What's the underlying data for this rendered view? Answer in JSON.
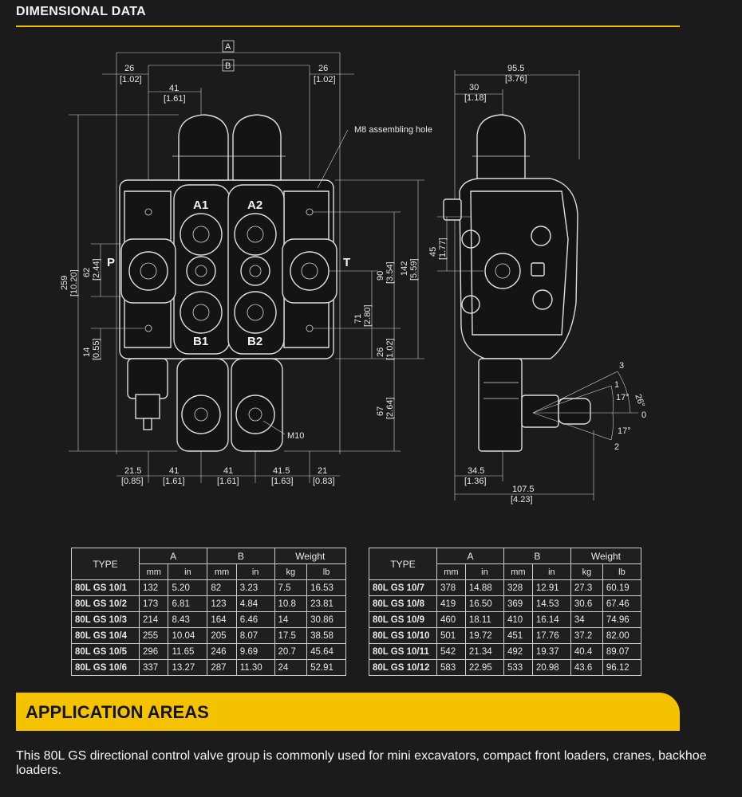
{
  "header": {
    "title": "DIMENSIONAL DATA"
  },
  "drawing": {
    "labels": {
      "A": "A",
      "B": "B",
      "d26l": "26",
      "d26l_in": "[1.02]",
      "d26r": "26",
      "d26r_in": "[1.02]",
      "d41": "41",
      "d41_in": "[1.61]",
      "m8": "M8 assembling hole",
      "A1": "A1",
      "A2": "A2",
      "B1": "B1",
      "B2": "B2",
      "P": "P",
      "T": "T",
      "d259": "259",
      "d259_in": "[10.20]",
      "d62": "62",
      "d62_in": "[2.44]",
      "d14": "14",
      "d14_in": "[0.55]",
      "d90": "90",
      "d90_in": "[3.54]",
      "d142": "142",
      "d142_in": "[5.59]",
      "d71": "71",
      "d71_in": "[2.80]",
      "d26v": "26",
      "d26v_in": "[1.02]",
      "d67": "67",
      "d67_in": "[2.64]",
      "m10": "M10",
      "b215": "21.5",
      "b215_in": "[0.85]",
      "b41a": "41",
      "b41a_in": "[1.61]",
      "b41b": "41",
      "b41b_in": "[1.61]",
      "b415": "41.5",
      "b415_in": "[1.63]",
      "b21": "21",
      "b21_in": "[0.83]",
      "s955": "95.5",
      "s955_in": "[3.76]",
      "s30": "30",
      "s30_in": "[1.18]",
      "s45": "45",
      "s45_in": "[1.77]",
      "s345": "34.5",
      "s345_in": "[1.36]",
      "s1075": "107.5",
      "s1075_in": "[4.23]",
      "p3": "3",
      "p1": "1",
      "p0": "0",
      "p2": "2",
      "a17a": "17°",
      "a26": "26°",
      "a17b": "17°"
    }
  },
  "table_left": {
    "headers": {
      "type": "TYPE",
      "a": "A",
      "b": "B",
      "weight": "Weight",
      "mm": "mm",
      "in": "in",
      "kg": "kg",
      "lb": "lb"
    },
    "rows": [
      [
        "80L GS 10/1",
        "132",
        "5.20",
        "82",
        "3.23",
        "7.5",
        "16.53"
      ],
      [
        "80L GS 10/2",
        "173",
        "6.81",
        "123",
        "4.84",
        "10.8",
        "23.81"
      ],
      [
        "80L GS 10/3",
        "214",
        "8.43",
        "164",
        "6.46",
        "14",
        "30.86"
      ],
      [
        "80L GS 10/4",
        "255",
        "10.04",
        "205",
        "8.07",
        "17.5",
        "38.58"
      ],
      [
        "80L GS 10/5",
        "296",
        "11.65",
        "246",
        "9.69",
        "20.7",
        "45.64"
      ],
      [
        "80L GS 10/6",
        "337",
        "13.27",
        "287",
        "11.30",
        "24",
        "52.91"
      ]
    ]
  },
  "table_right": {
    "headers": {
      "type": "TYPE",
      "a": "A",
      "b": "B",
      "weight": "Weight",
      "mm": "mm",
      "in": "in",
      "kg": "kg",
      "lb": "lb"
    },
    "rows": [
      [
        "80L GS 10/7",
        "378",
        "14.88",
        "328",
        "12.91",
        "27.3",
        "60.19"
      ],
      [
        "80L GS 10/8",
        "419",
        "16.50",
        "369",
        "14.53",
        "30.6",
        "67.46"
      ],
      [
        "80L GS 10/9",
        "460",
        "18.11",
        "410",
        "16.14",
        "34",
        "74.96"
      ],
      [
        "80L GS 10/10",
        "501",
        "19.72",
        "451",
        "17.76",
        "37.2",
        "82.00"
      ],
      [
        "80L GS 10/11",
        "542",
        "21.34",
        "492",
        "19.37",
        "40.4",
        "89.07"
      ],
      [
        "80L GS 10/12",
        "583",
        "22.95",
        "533",
        "20.98",
        "43.6",
        "96.12"
      ]
    ]
  },
  "application": {
    "title": "APPLICATION AREAS",
    "text": "This 80L GS directional control valve group is commonly used for mini excavators, compact front loaders, cranes, backhoe loaders."
  }
}
